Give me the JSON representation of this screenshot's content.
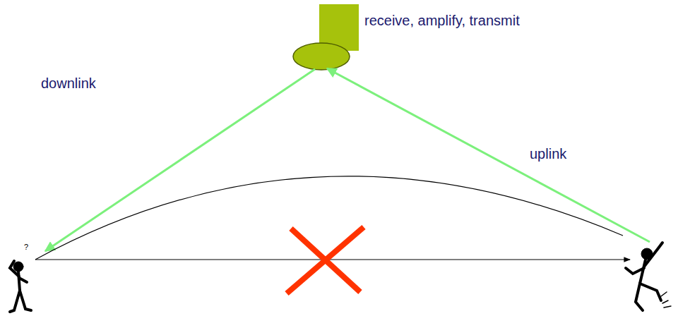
{
  "diagram": {
    "labels": [
      "receive, amplify, transmit",
      "downlink",
      "uplink",
      "?"
    ]
  }
}
